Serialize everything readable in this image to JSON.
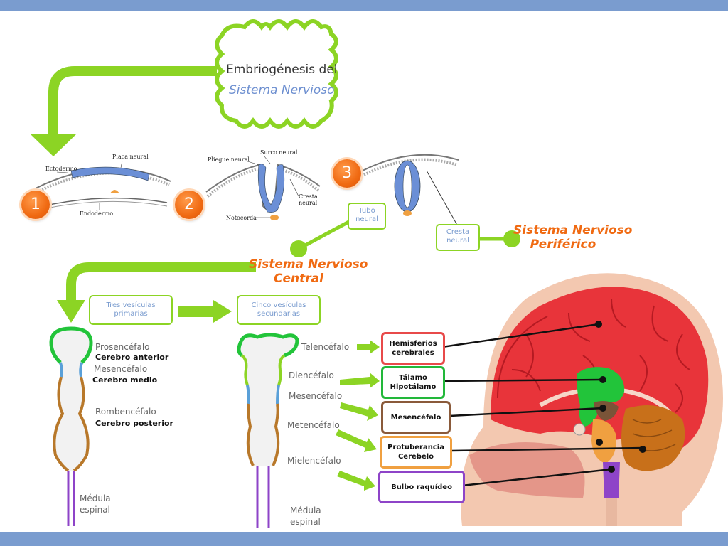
{
  "title": {
    "line1": "Embriogénesis del",
    "line2": "Sistema Nervioso"
  },
  "steps": [
    "1",
    "2",
    "3"
  ],
  "sketch_labels": {
    "ectodermo": "Ectodermo",
    "placa_neural": "Placa neural",
    "endodermo": "Endodermo",
    "surco_neural": "Surco neural",
    "pliegue_neural": "Pliegue neural",
    "cresta_neural": "Cresta\nneural",
    "notocorda": "Notocorda"
  },
  "boxes": {
    "tubo_neural": "Tubo\nneural",
    "cresta_neural": "Cresta\nneural",
    "tres_vesiculas": "Tres vesículas\nprimarias",
    "cinco_vesiculas": "Cinco vesículas\nsecundarias"
  },
  "systems": {
    "periferico": "Sistema Nervioso\nPeriférico",
    "central": "Sistema Nervioso\nCentral"
  },
  "primary": [
    {
      "name": "Prosencéfalo",
      "sub": "Cerebro anterior"
    },
    {
      "name": "Mesencéfalo",
      "sub": "Cerebro medio"
    },
    {
      "name": "Rombencéfalo",
      "sub": "Cerebro posterior"
    }
  ],
  "medula": "Médula\nespinal",
  "secondary": [
    "Telencéfalo",
    "Diencéfalo",
    "Mesencéfalo",
    "Metencéfalo",
    "Mielencéfalo"
  ],
  "structures": [
    {
      "label": "Hemisferios\ncerebrales",
      "color": "#e84a4a"
    },
    {
      "label": "Tálamo\nHipotálamo",
      "color": "#22b83a"
    },
    {
      "label": "Mesencéfalo",
      "color": "#8a5a3a"
    },
    {
      "label": "Protuberancia\nCerebelo",
      "color": "#f0a040"
    },
    {
      "label": "Bulbo raquídeo",
      "color": "#8e44c8"
    }
  ],
  "colors": {
    "green": "#8cd424",
    "orange": "#f06a12",
    "blue": "#7a9ccf"
  }
}
